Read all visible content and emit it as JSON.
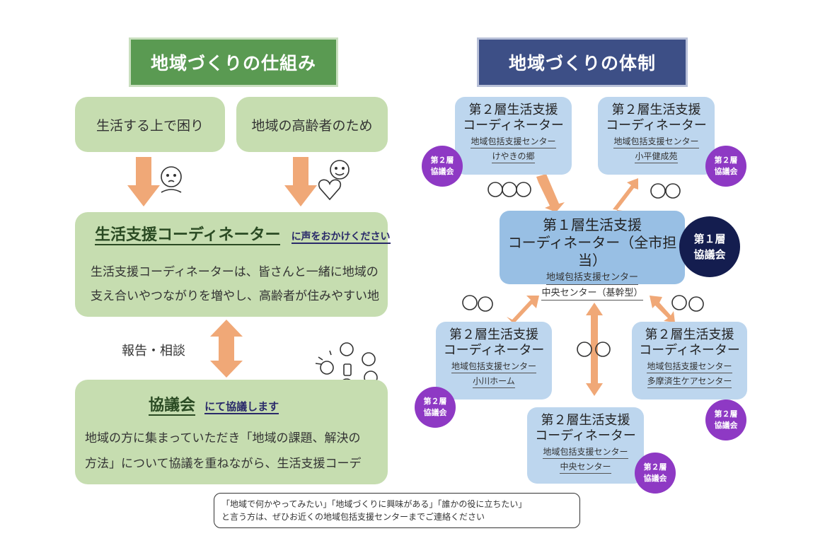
{
  "left": {
    "banner": "地域づくりの仕組み",
    "box_trouble": "生活する上で困り",
    "box_elderly": "地域の高齢者のため",
    "coordinator": {
      "title": "生活支援コーディネーター",
      "call": "に声をおかけください",
      "desc1": "生活支援コーディネーターは、皆さんと一緒に地域の",
      "desc2": "支え合いやつながりを増やし、高齢者が住みやすい地"
    },
    "report": "報告・相談",
    "council": {
      "title": "協議会",
      "action": "にて協議します",
      "desc1": "地域の方に集まっていただき「地域の課題、解決の",
      "desc2": "方法」について協議を重ねながら、生活支援コーデ"
    }
  },
  "right": {
    "banner": "地域づくりの体制",
    "l2_line1": "第２層生活支援",
    "l2_line2": "コーディネーター",
    "org": "地域包括支援センター",
    "sites": {
      "keyaki": "けやきの郷",
      "kodaira": "小平健成苑",
      "ogawa": "小川ホーム",
      "tama": "多摩済生ケアセンター",
      "chuo": "中央センター"
    },
    "main": {
      "line1": "第１層生活支援",
      "line2": "コーディネーター（全市担当）",
      "org": "地域包括支援センター",
      "site": "中央センター（基幹型）"
    },
    "badge_l2": [
      "第２層",
      "協議会"
    ],
    "badge_l1": [
      "第１層",
      "協議会"
    ]
  },
  "note": {
    "line1": "「地域で何かやってみたい」「地域づくりに興味がある」「誰かの役に立ちたい」",
    "line2": "と言う方は、ぜひお近くの地域包括支援センターまでご連絡ください"
  },
  "colors": {
    "green_banner": "#5a9a52",
    "navy_banner": "#3d4f86",
    "green_box": "#c6ddb0",
    "blue_box": "#bdd6ee",
    "main_box": "#98bfe4",
    "purple_badge": "#8e39c4",
    "navy_badge": "#141d4f",
    "arrow": "#f0a877"
  }
}
